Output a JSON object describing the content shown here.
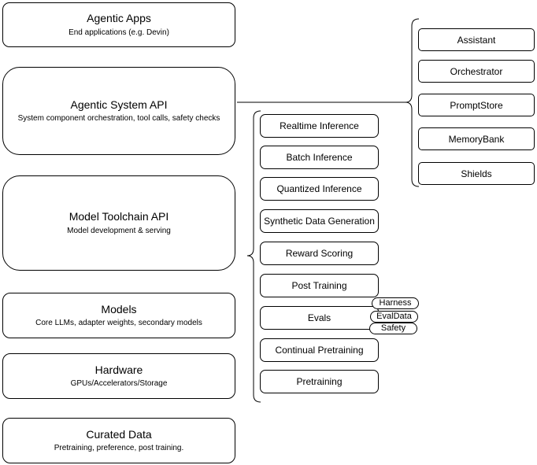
{
  "colors": {
    "stroke": "#000000",
    "background": "#ffffff",
    "box_fill": "#ffffff"
  },
  "layers": [
    {
      "title": "Agentic Apps",
      "subtitle": "End applications (e.g. Devin)"
    },
    {
      "title": "Agentic System API",
      "subtitle": "System component orchestration, tool calls, safety checks"
    },
    {
      "title": "Model Toolchain API",
      "subtitle": "Model development & serving"
    },
    {
      "title": "Models",
      "subtitle": "Core LLMs, adapter weights, secondary models"
    },
    {
      "title": "Hardware",
      "subtitle": "GPUs/Accelerators/Storage"
    },
    {
      "title": "Curated Data",
      "subtitle": "Pretraining, preference, post training."
    }
  ],
  "toolchain": {
    "items": [
      "Realtime Inference",
      "Batch Inference",
      "Quantized Inference",
      "Synthetic Data Generation",
      "Reward Scoring",
      "Post Training",
      "Evals",
      "Continual Pretraining",
      "Pretraining"
    ]
  },
  "evals_tags": [
    "Harness",
    "EvalData",
    "Safety"
  ],
  "components": [
    "Assistant",
    "Orchestrator",
    "PromptStore",
    "MemoryBank",
    "Shields"
  ]
}
